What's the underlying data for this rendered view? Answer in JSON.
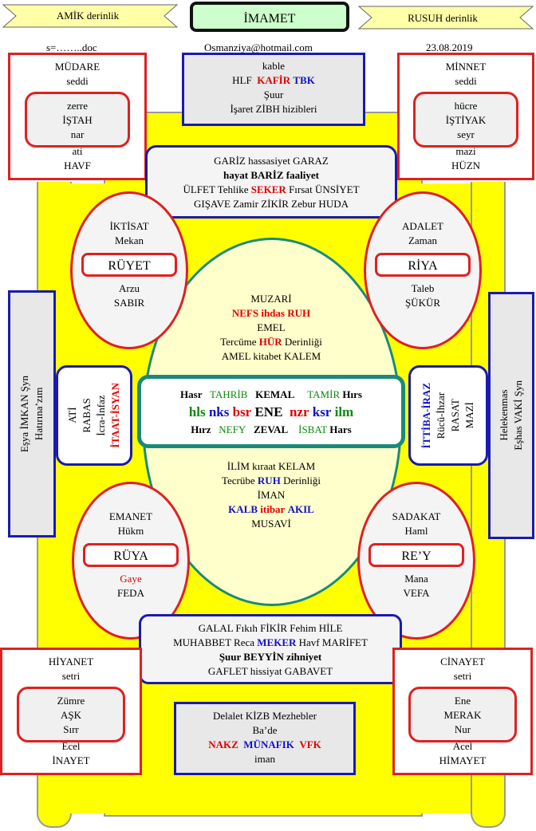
{
  "header": {
    "left_ribbon": "AMİK derinlik",
    "title": "İMAMET",
    "right_ribbon": "RUSUH derinlik",
    "file": "s=……..doc",
    "email": "Osmanziya@hotmail.com",
    "date": "23.08.2019"
  },
  "top_center": {
    "l1": "kable",
    "l2a": "HLF",
    "l2b": "KAFİR",
    "l2c": "TBK",
    "l3": "Şuur",
    "l4": "İşaret  ZİBH  hizibleri"
  },
  "top_left": {
    "t1": "MÜDARE",
    "t2": "seddi",
    "i1": "zerre",
    "i2": "İŞTAH",
    "i3": "nar",
    "b1": "ati",
    "b2": "HAVF"
  },
  "top_right": {
    "t1": "MİNNET",
    "t2": "seddi",
    "i1": "hücre",
    "i2": "İŞTİYAK",
    "i3": "seyr",
    "b1": "mazi",
    "b2": "HÜZN"
  },
  "upper_mid": {
    "l1": "GARİZ hassasiyet GARAZ",
    "l2": "hayat BARİZ faaliyet",
    "l3a": "ÜLFET Tehlike",
    "l3b": "SEKER",
    "l3c": "Fırsat ÜNSİYET",
    "l4": "GIŞAVE  Zamir ZİKİR Zebur HUDA"
  },
  "oval_ul": {
    "t1": "İKTİSAT",
    "t2": "Mekan",
    "box": "RÜYET",
    "b1": "Arzu",
    "b2": "SABIR"
  },
  "oval_ur": {
    "t1": "ADALET",
    "t2": "Zaman",
    "box": "RİYA",
    "b1": "Taleb",
    "b2": "ŞÜKÜR"
  },
  "oval_ll": {
    "t1": "EMANET",
    "t2": "Hükm",
    "box": "RÜYA",
    "b1": "Gaye",
    "b2": "FEDA"
  },
  "oval_lr": {
    "t1": "SADAKAT",
    "t2": "Haml",
    "box": "RE’Y",
    "b1": "Mana",
    "b2": "VEFA"
  },
  "center_oval_top": {
    "l1": "MUZARİ",
    "l2a": "NEFS",
    "l2b": "ihdas",
    "l2c": "RUH",
    "l3": "EMEL",
    "l4a": "Tercüme",
    "l4b": "HÜR",
    "l4c": "Derinliği",
    "l5": "AMEL kitabet  KALEM"
  },
  "center_oval_bottom": {
    "l1": "İLİM kıraat KELAM",
    "l2a": "Tecrübe",
    "l2b": "RUH",
    "l2c": "Derinliği",
    "l3": "İMAN",
    "l4a": "KALB",
    "l4b": "itibar",
    "l4c": "AKIL",
    "l5": "MUSAVİ"
  },
  "center_box": {
    "r1": [
      "Hasr",
      "TAHRİB",
      "KEMAL",
      "TAMİR",
      "Hırs"
    ],
    "r2": [
      "hls",
      "nks",
      "bsr",
      "ENE",
      "nzr",
      "ksr",
      "ilm"
    ],
    "r3": [
      "Hırz",
      "NEFY",
      "ZEVAL",
      "İSBAT",
      "Hars"
    ]
  },
  "side_left_outer": {
    "l1": "Eşya İMKAN Şyn",
    "l2": "Hatırına’zım"
  },
  "side_left_inner": {
    "l1": "ATİ",
    "l2": "RABAS",
    "l3": "İcra-İnfaz",
    "l4": "İTAAT-İSYAN"
  },
  "side_right_inner": {
    "l1": "İTTİBA-İRAZ",
    "l2": "Rücû-İhzar",
    "l3": "RASAT",
    "l4": "MAZİ"
  },
  "side_right_outer": {
    "l1": "Helekenmas",
    "l2": "Eşhas VAKİ Şyn"
  },
  "lower_mid": {
    "l1": "GALAL  Fıkıh FİKİR Fehim HİLE",
    "l2a": "MUHABBET Reca",
    "l2b": "MEKER",
    "l2c": "Havf MARİFET",
    "l3": "Şuur BEYYİN zihniyet",
    "l4": "GAFLET hissiyat GABAVET"
  },
  "bottom_left": {
    "t1": "HİYANET",
    "t2": "setri",
    "i1": "Zümre",
    "i2": "AŞK",
    "i3": "Sırr",
    "b1": "Ecel",
    "b2": "İNAYET"
  },
  "bottom_right": {
    "t1": "CİNAYET",
    "t2": "setri",
    "i1": "Ene",
    "i2": "MERAK",
    "i3": "Nur",
    "b1": "Acel",
    "b2": "HİMAYET"
  },
  "bottom_center": {
    "l1": "Delalet  KİZB  Mezhebler",
    "l2": "Ba’de",
    "l3a": "NAKZ",
    "l3b": "MÜNAFIK",
    "l3c": "VFK",
    "l4": "iman"
  },
  "colors": {
    "yellow": "#ffff00",
    "oval_fill": "#ffffcc",
    "teal": "#1a8a7a",
    "red": "#e00000",
    "blue": "#1010c8",
    "green": "#0a8a0a"
  }
}
